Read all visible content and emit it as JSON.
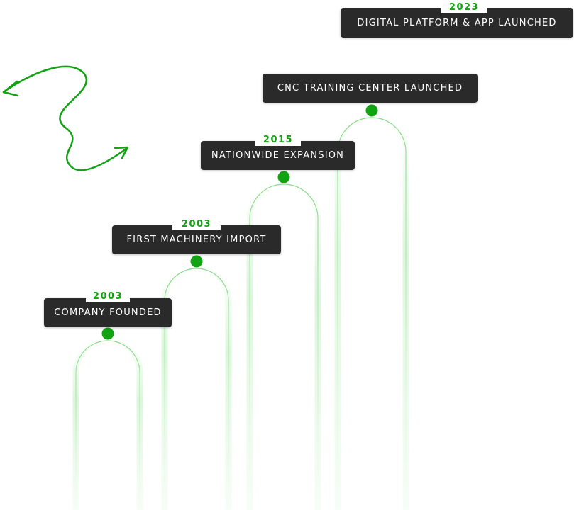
{
  "accent_color": "#12a312",
  "label_bg_color": "#2a2a2a",
  "decoration": {
    "icon": "squiggle-arrow-icon"
  },
  "milestones": [
    {
      "year": "2003",
      "title": "COMPANY FOUNDED"
    },
    {
      "year": "2003",
      "title": "FIRST MACHINERY IMPORT"
    },
    {
      "year": "2015",
      "title": "NATIONWIDE EXPANSION"
    },
    {
      "year": "",
      "title": "CNC TRAINING CENTER LAUNCHED"
    },
    {
      "year": "2023",
      "title": "DIGITAL PLATFORM & APP LAUNCHED"
    }
  ]
}
